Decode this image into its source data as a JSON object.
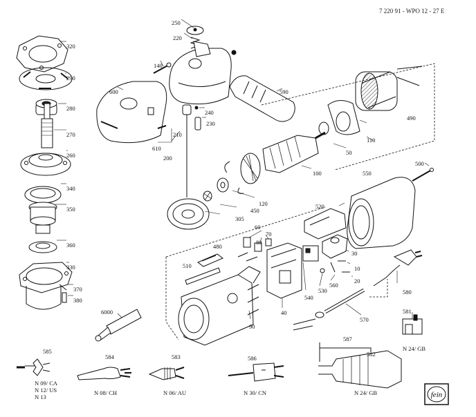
{
  "header": {
    "doc_code": "7 220 91 - WPO 12 - 27 E"
  },
  "parts": [
    "320",
    "290",
    "280",
    "270",
    "260",
    "340",
    "350",
    "360",
    "330",
    "370",
    "380",
    "250",
    "220",
    "140",
    "600",
    "610",
    "210",
    "200",
    "240",
    "230",
    "590",
    "110",
    "490",
    "50",
    "100",
    "500",
    "120",
    "450",
    "305",
    "550",
    "520",
    "60",
    "80",
    "70",
    "480",
    "510",
    "30",
    "10",
    "20",
    "560",
    "530",
    "540",
    "40",
    "90",
    "6000",
    "570",
    "580",
    "581"
  ],
  "variants": [
    {
      "id": "585",
      "labels": [
        "N 09/ CA",
        "N 12/ US",
        "N 13"
      ]
    },
    {
      "id": "584",
      "labels": [
        "N 08/ CH"
      ]
    },
    {
      "id": "583",
      "labels": [
        "N 06/ AU"
      ]
    },
    {
      "id": "586",
      "labels": [
        "N 30/ CN"
      ]
    },
    {
      "id": "587",
      "labels": []
    },
    {
      "id": "582",
      "labels": [
        "N 24/ GB"
      ]
    }
  ],
  "plug_581_label": "N 24/ GB",
  "brand": "fein"
}
